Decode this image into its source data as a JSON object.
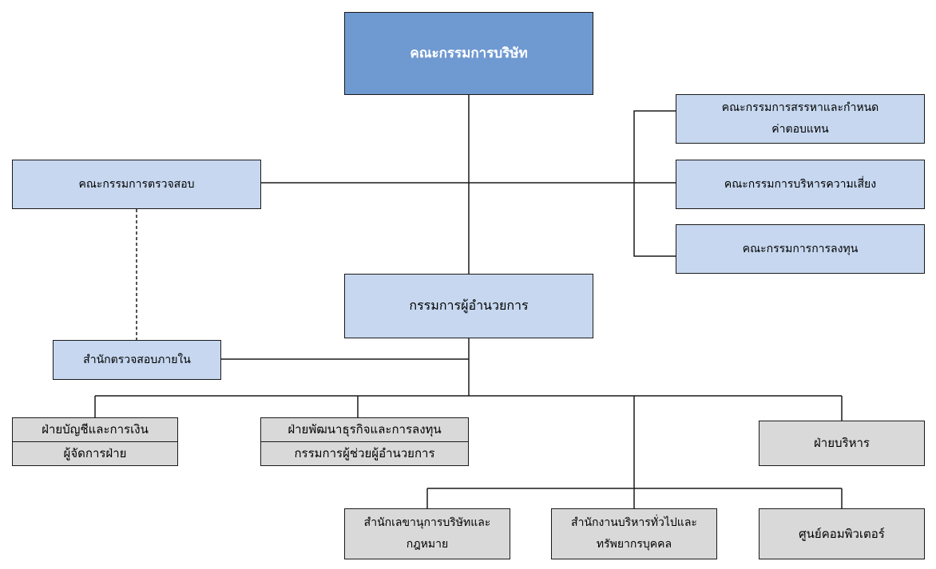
{
  "board": "คณะกรรมการบริษัท",
  "audit_committee": "คณะกรรมการตรวจสอบ",
  "nomination_committee": [
    "คณะกรรมการสรรหาและกำหนด",
    "ค่าตอบแทน"
  ],
  "risk_committee": "คณะกรรมการบริหารความเสี่ยง",
  "investment_committee": "คณะกรรมการการลงทุน",
  "managing_director": "กรรมการผู้อำนวยการ",
  "internal_audit": "สำนักตรวจสอบภายใน",
  "departments": {
    "accounting": {
      "title": "ฝ่ายบัญชีและการเงิน",
      "head": "ผู้จัดการฝ่าย"
    },
    "business_dev": {
      "title": "ฝ่ายพัฒนาธุรกิจและการลงทุน",
      "head": "กรรมการผู้ช่วยผู้อำนวยการ"
    },
    "administration": {
      "title": "ฝ่ายบริหาร"
    }
  },
  "offices": {
    "secretary": [
      "สำนักเลขานุการบริษัทและ",
      "กฎหมาย"
    ],
    "general_admin": [
      "สำนักงานบริหารทั่วไปและ",
      "ทรัพยากรบุคคล"
    ],
    "computer": "ศูนย์คอมพิวเตอร์"
  },
  "colors": {
    "board_fill": "#6f99d1",
    "committee_fill": "#c6d7ef",
    "department_fill": "#d9d9d9",
    "line": "#1a1a1a"
  }
}
